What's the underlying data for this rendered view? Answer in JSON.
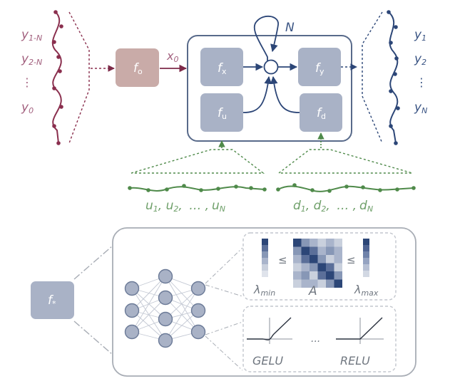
{
  "input_sequence": {
    "items": [
      "y",
      "y",
      "⋮",
      "y"
    ],
    "subs": [
      "1-N",
      "2-N",
      "",
      "0"
    ]
  },
  "output_sequence": {
    "items": [
      "y",
      "y",
      "⋮",
      "y"
    ],
    "subs": [
      "1",
      "2",
      "",
      "N"
    ]
  },
  "blocks": {
    "f_o": {
      "main": "f",
      "sub": "o"
    },
    "f_x": {
      "main": "f",
      "sub": "x"
    },
    "f_u": {
      "main": "f",
      "sub": "u"
    },
    "f_y": {
      "main": "f",
      "sub": "y"
    },
    "f_d": {
      "main": "f",
      "sub": "d"
    },
    "f_star": {
      "main": "f",
      "sub": "*"
    }
  },
  "state_label": {
    "main": "x",
    "sub": "0"
  },
  "loop_label": "N",
  "control_inputs": {
    "text": "u",
    "subs": [
      "1",
      "2",
      "N"
    ],
    "sep": ", ",
    "ellipsis": "… ,"
  },
  "disturbance_inputs": {
    "text": "d",
    "subs": [
      "1",
      "2",
      "N"
    ],
    "sep": ", ",
    "ellipsis": "… ,"
  },
  "spectral": {
    "lambda_min": {
      "main": "λ",
      "sub": "min"
    },
    "matrix": "A",
    "lambda_max": {
      "main": "λ",
      "sub": "max"
    },
    "leq": "≤"
  },
  "activations": {
    "left": "GELU",
    "ellipsis": "...",
    "right": "RELU"
  },
  "colors": {
    "input_red": "#8a2f4e",
    "output_blue": "#2c4677",
    "green": "#4f8a4a",
    "block_grey": "#a9b2c6",
    "f_o_block": "#c9aba8",
    "frame": "#586a8a",
    "dashed_grey": "#a8adb5"
  }
}
